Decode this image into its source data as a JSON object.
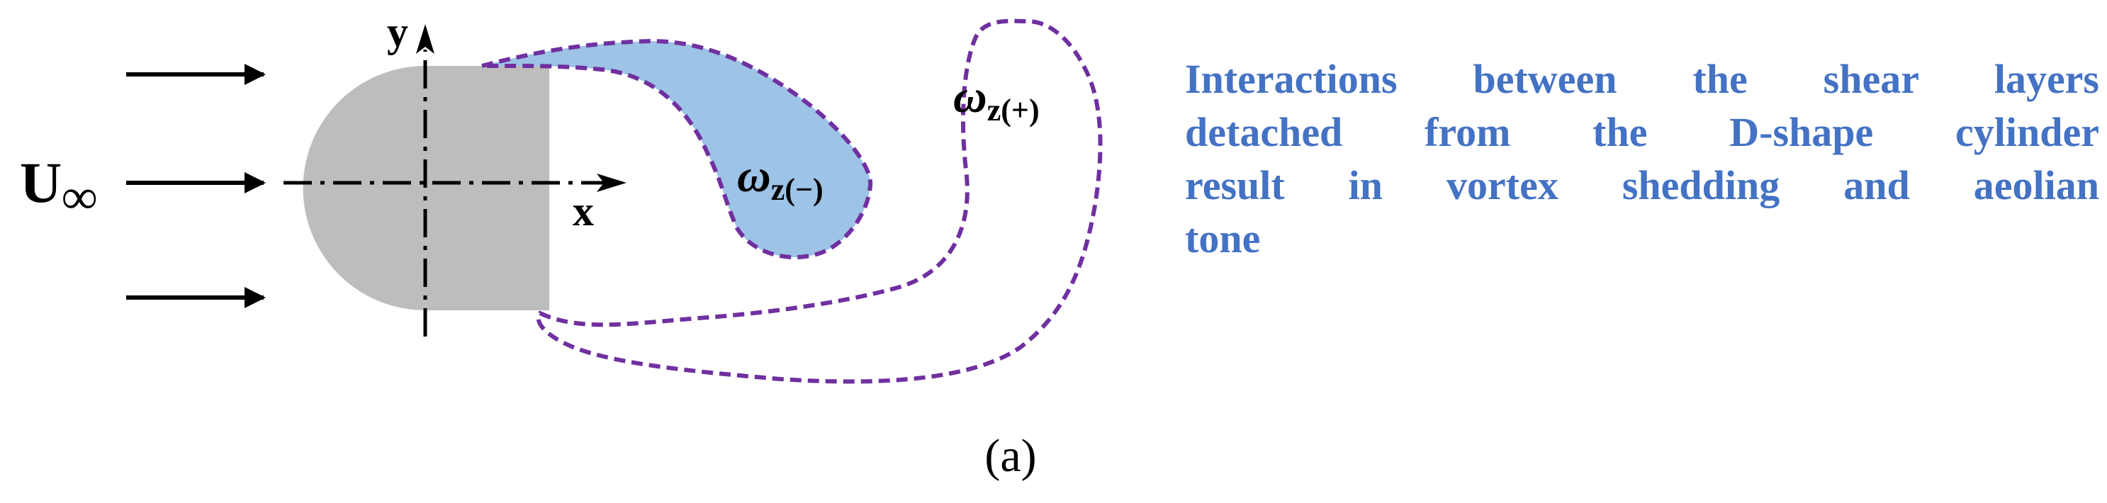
{
  "colors": {
    "cylinder_fill": "#bdbdbd",
    "vortex_fill": "#9dc3e6",
    "vortex_stroke": "#7030a0",
    "description_text": "#4472c4",
    "ink": "#000000"
  },
  "labels": {
    "freestream": "U",
    "freestream_sub": "∞",
    "x_axis": "x",
    "y_axis": "y",
    "omega_neg_symbol": "ω",
    "omega_neg_sub": "z(−)",
    "omega_pos_symbol": "ω",
    "omega_pos_sub": "z(+)",
    "panel": "(a)"
  },
  "description": {
    "lines": [
      "Interactions between the shear layers",
      "detached from the D-shape cylinder",
      "result in vortex shedding and aeolian",
      "tone"
    ]
  }
}
